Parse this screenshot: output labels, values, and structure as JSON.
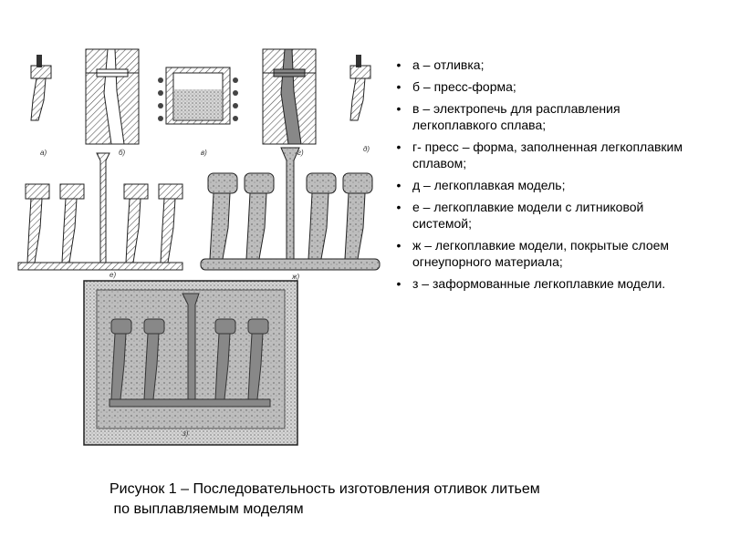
{
  "figure": {
    "panel_labels": [
      "а)",
      "б)",
      "в)",
      "г)",
      "д)",
      "е)",
      "ж)",
      "з)"
    ]
  },
  "legend": {
    "bullet": "•",
    "items": [
      "а – отливка;",
      "б – пресс-форма;",
      "в – электропечь для расплавления легкоплавкого сплава;",
      "г- пресс – форма, заполненная легкоплавким сплавом;",
      "д – легкоплавкая модель;",
      "е – легкоплавкие модели с литниковой системой;",
      "ж – легкоплавкие модели, покрытые слоем огнеупорного материала;",
      "з – заформованные легкоплавкие модели."
    ]
  },
  "caption": {
    "line1": "Рисунок 1 – Последовательность изготовления отливок литьем",
    "line2": " по выплавляемым моделям"
  }
}
